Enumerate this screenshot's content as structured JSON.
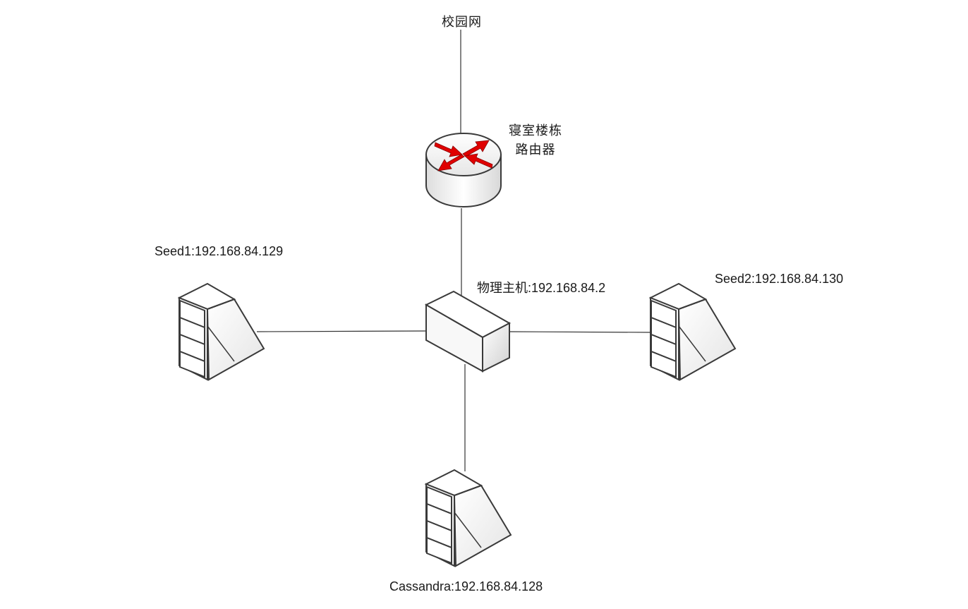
{
  "labels": {
    "campus_network": "校园网",
    "router_line1": "寝室楼栋",
    "router_line2": "路由器",
    "host": "物理主机:192.168.84.2",
    "seed1": "Seed1:192.168.84.129",
    "seed2": "Seed2:192.168.84.130",
    "cassandra": "Cassandra:192.168.84.128"
  },
  "icons": {
    "router": "router-icon",
    "host": "physical-host-icon",
    "server": "server-icon"
  },
  "colors": {
    "line": "#333333",
    "arrow": "#e00000",
    "device_outline": "#3a3a3a",
    "device_fill": "#f4f4f4"
  }
}
